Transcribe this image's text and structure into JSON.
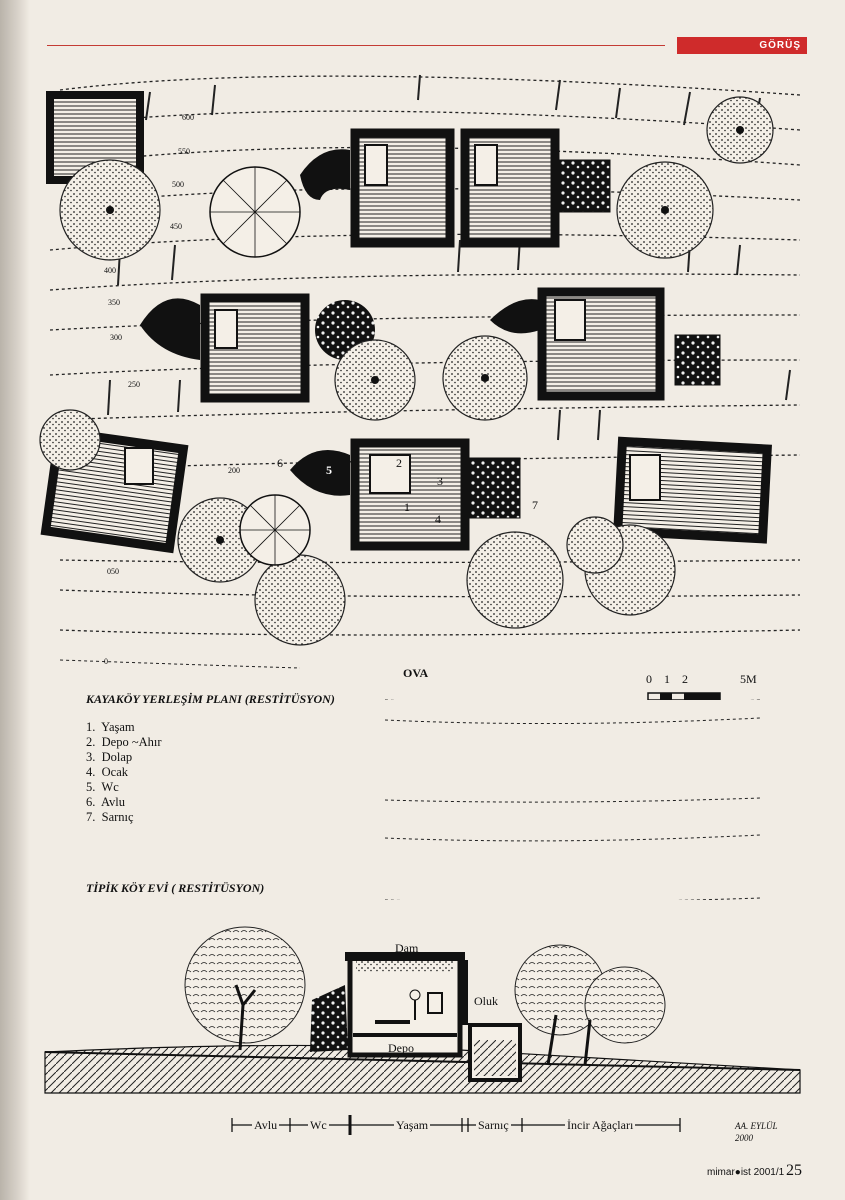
{
  "header": {
    "section_tag": "GÖRÜŞ"
  },
  "site_plan": {
    "title": "KAYAKÖY YERLEŞİM PLANI (RESTİTÜSYON)",
    "contours": [
      "600",
      "550",
      "500",
      "450",
      "400",
      "350",
      "300",
      "250",
      "200",
      "050",
      "0"
    ],
    "room_numbers": [
      "1",
      "2",
      "3",
      "4",
      "5",
      "6",
      "7"
    ],
    "plain_label": "OVA",
    "scale": {
      "ticks": [
        "0",
        "1",
        "2"
      ],
      "end": "5M"
    }
  },
  "legend": [
    {
      "num": "1.",
      "text": "Yaşam"
    },
    {
      "num": "2.",
      "text": "Depo ~Ahır"
    },
    {
      "num": "3.",
      "text": "Dolap"
    },
    {
      "num": "4.",
      "text": "Ocak"
    },
    {
      "num": "5.",
      "text": "Wc"
    },
    {
      "num": "6.",
      "text": "Avlu"
    },
    {
      "num": "7.",
      "text": "Sarnıç"
    }
  ],
  "section": {
    "title": "TİPİK KÖY EVİ ( RESTİTÜSYON)",
    "labels": {
      "dam": "Dam",
      "oluk": "Oluk",
      "depo": "Depo"
    },
    "bottom_labels": [
      "Avlu",
      "Wc",
      "Yaşam",
      "Sarnıç",
      "İncir Ağaçları"
    ],
    "signature": "AA. EYLÜL 2000"
  },
  "footer": {
    "magazine": "mimar●ist 2001/1",
    "page": "25"
  }
}
